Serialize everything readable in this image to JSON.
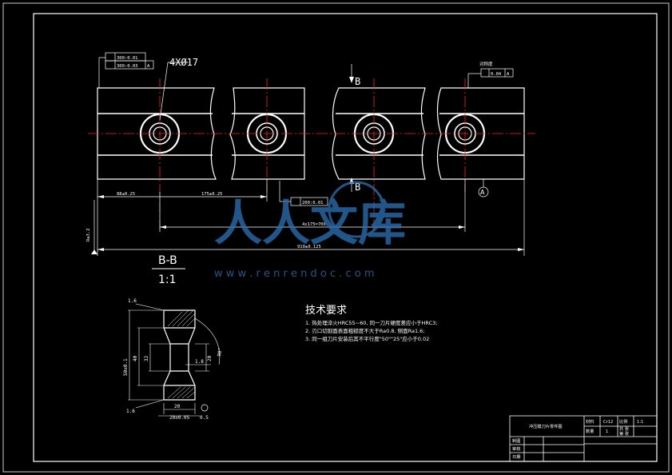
{
  "frame": {
    "background": "#000000",
    "line_color": "#ffffff",
    "center_line_color": "#ff2020",
    "watermark_color": "#2a6fb0"
  },
  "main_view": {
    "hole_callout": "4XØ17",
    "section_marker_top": "B",
    "section_marker_bottom": "B",
    "datum_label": "A",
    "tolerance_top_1": "300:0.01",
    "tolerance_top_2": "300:0.03",
    "tolerance_top_2_datum": "A",
    "tolerance_bottom": "200:0.01",
    "right_frame_note": "对称度",
    "right_frame_value": "0.04",
    "right_frame_datum": "A",
    "dims": {
      "d1": "88±0.25",
      "d2": "175±0.25",
      "d3": "4x175=700",
      "d4": "910±0.125",
      "left_note": "Ra3.2"
    }
  },
  "section_view": {
    "title": "B-B",
    "scale": "1:1",
    "dims": {
      "top": "1.6",
      "bottom": "1.6",
      "left_outer": "50±0.1",
      "inner1": "40",
      "inner2": "32",
      "bore": "20",
      "groove": "1.8",
      "angle": "90°",
      "bottom_width": "20",
      "bottom_tol": "20±0.05",
      "bottom_extra": "0.5"
    }
  },
  "requirements": {
    "heading": "技术要求",
    "items": [
      "1. 热处理淬火HRC55~60, 同一刀片硬度差应小于HRC3;",
      "2. 刃口切割面表面粗糙度不大于Ra0.8, 侧面Ra1.6;",
      "3. 同一组刀片安装后其不平行度\"50\"\"25\"应小于0.02"
    ]
  },
  "title_block": {
    "part_name": "冲压模刀片零件图",
    "material_label": "材料",
    "material_value": "Cr12",
    "scale_label": "比例",
    "scale_value": "1:1",
    "qty_label": "数量",
    "qty_value": "1",
    "sheet_label": "共 张",
    "sheet_value": "第 张",
    "drawn_label": "制图",
    "checked_label": "审核",
    "date_label": "日期"
  },
  "watermark": {
    "text": "人人文库",
    "url": "w w w . r e n r e n d o c . c o m"
  }
}
